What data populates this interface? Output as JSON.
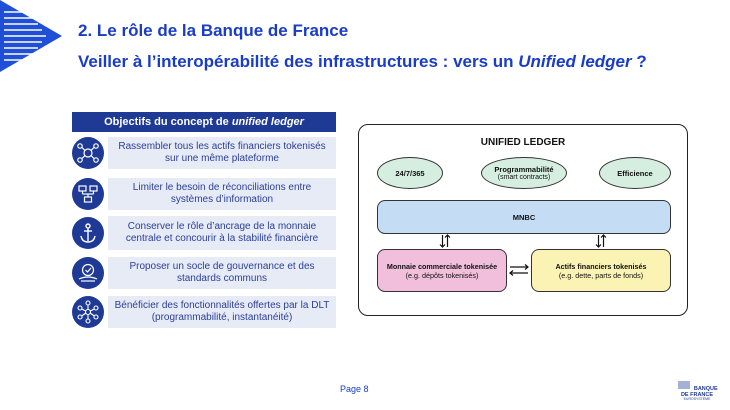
{
  "header": {
    "section_title": "2. Le rôle de la Banque de France",
    "title_prefix": "Veiller à l’interopérabilité des infrastructures : vers un ",
    "title_italic": "Unified ledger",
    "title_suffix": " ?"
  },
  "objectives": {
    "header_prefix": "Objectifs du concept de ",
    "header_italic": "unified ledger",
    "items": [
      {
        "icon": "assets-network-icon",
        "text": "Rassembler tous les actifs financiers tokenisés sur une même plateforme"
      },
      {
        "icon": "systems-icon",
        "text": "Limiter le besoin de réconciliations entre systèmes d’information"
      },
      {
        "icon": "anchor-icon",
        "text": "Conserver le rôle d’ancrage de la monnaie centrale et concourir à la stabilité financière"
      },
      {
        "icon": "governance-icon",
        "text": "Proposer un socle de gouvernance et des standards communs"
      },
      {
        "icon": "dlt-network-icon",
        "text": "Bénéficier des fonctionnalités offertes par la DLT (programmabilité, instantanéité)"
      }
    ]
  },
  "diagram": {
    "title": "UNIFIED LEDGER",
    "oval_1": "24/7/365",
    "oval_2_title": "Programmabilité",
    "oval_2_sub": "(smart contracts)",
    "oval_3": "Efficience",
    "mnbc": "MNBC",
    "pink_title": "Monnaie commerciale tokenisée",
    "pink_sub": "(e.g. dépôts tokenisés)",
    "yellow_title": "Actifs financiers tokenisés",
    "yellow_sub": "(e.g. dette, parts de fonds)",
    "colors": {
      "oval": "#d6eee0",
      "mnbc": "#c5dcf5",
      "pink": "#f1bfdc",
      "yellow": "#fbf3b3"
    }
  },
  "footer": {
    "page": "Page 8",
    "logo_text": "BANQUE DE FRANCE",
    "logo_sub": "EUROSYSTÈME"
  },
  "colors": {
    "accent": "#1a3cc8",
    "navy": "#1f3a94",
    "light_box": "#e6ebf6"
  }
}
